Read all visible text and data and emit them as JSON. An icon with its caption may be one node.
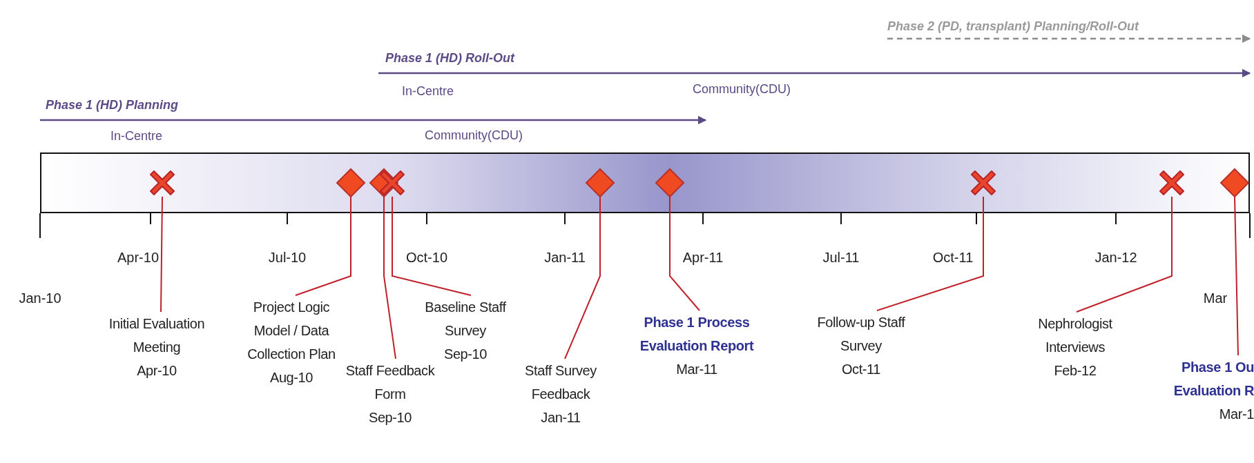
{
  "diagram": {
    "nodes": [
      {
        "text": [],
        "shape": "bar"
      },
      {
        "text": [],
        "shape": "cross",
        "in": 0
      },
      {
        "text": [],
        "shape": "diamond",
        "in": 0
      },
      {
        "text": [],
        "shape": "diamond",
        "in": 0
      },
      {
        "text": [],
        "shape": "cross",
        "in": 0
      },
      {
        "text": [],
        "shape": "diamond",
        "in": 0
      },
      {
        "text": [],
        "shape": "diamond",
        "in": 0
      },
      {
        "text": [],
        "shape": "cross",
        "in": 0
      },
      {
        "text": [],
        "shape": "cross",
        "in": 0
      },
      {
        "text": [],
        "shape": "diamond",
        "in": 0
      },
      {
        "text": [
          "Initial Evaluation Meeting",
          "Apr-10"
        ]
      },
      {
        "text": [
          "Project Logic Model / Data Collection Plan",
          "Aug-10"
        ]
      },
      {
        "text": [
          "Staff Feedback Form",
          "Sep-10"
        ]
      },
      {
        "text": [
          "Baseline Staff Survey",
          "Sep-10"
        ]
      },
      {
        "text": [
          "Staff Survey Feedback",
          "Jan-11"
        ]
      },
      {
        "text": [
          "Phase 1 Process Evaluation Report",
          "Mar-11"
        ]
      },
      {
        "text": [
          "Follow-up Staff Survey",
          "Oct-11"
        ]
      },
      {
        "text": [
          "Nephrologist Interviews",
          "Feb-12"
        ]
      },
      {
        "text": [
          "Phase 1 Ou Evaluation R",
          "Mar-1"
        ]
      }
    ],
    "edges": [
      {
        "from": 10,
        "to": 1,
        "arrow": "none"
      },
      {
        "from": 11,
        "to": 2,
        "arrow": "none"
      },
      {
        "from": 12,
        "to": 3,
        "arrow": "none"
      },
      {
        "from": 13,
        "to": 4,
        "arrow": "none"
      },
      {
        "from": 14,
        "to": 5,
        "arrow": "none"
      },
      {
        "from": 15,
        "to": 6,
        "arrow": "none"
      },
      {
        "from": 16,
        "to": 7,
        "arrow": "none"
      },
      {
        "from": 17,
        "to": 8,
        "arrow": "none"
      },
      {
        "from": 18,
        "to": 9,
        "arrow": "none"
      }
    ],
    "labels": [
      "Phase 2 (PD, transplant) Planning/Roll-Out",
      "Phase 1 (HD) Roll-Out",
      "In-Centre",
      "Community(CDU)",
      "Phase 1 (HD) Planning",
      "In-Centre",
      "Community(CDU)",
      "Jan-10",
      "Apr-10",
      "Jul-10",
      "Oct-10",
      "Jan-11",
      "Apr-11",
      "Jul-11",
      "Oct-11",
      "Jan-12",
      "Mar"
    ]
  }
}
